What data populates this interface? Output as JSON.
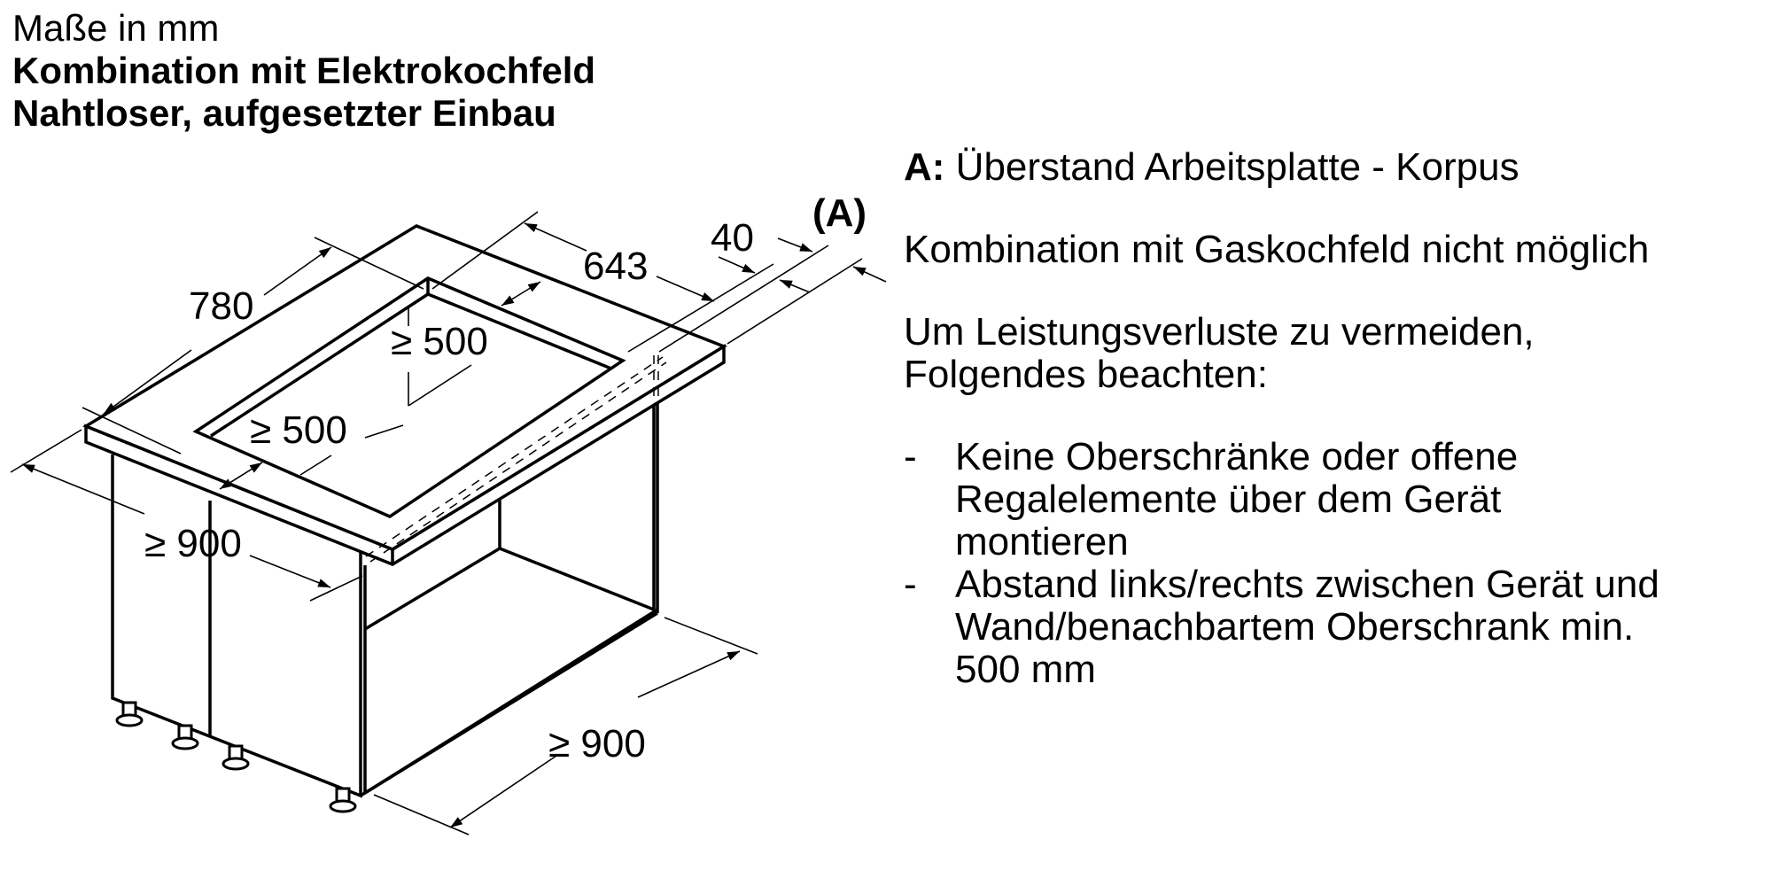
{
  "header": {
    "units": "Maße in mm",
    "title": "Kombination mit Elektrokochfeld",
    "subtitle": "Nahtloser, aufgesetzter Einbau"
  },
  "drawing": {
    "dim_width": "780",
    "dim_depth_cutout_line": "643",
    "dim_thickness": "40",
    "label_overhang": "(A)",
    "dim_cutout_depth": "≥ 500",
    "dim_cutout_width": "≥ 500",
    "dim_cabinet_width": "≥ 900",
    "dim_cabinet_height": "≥ 900"
  },
  "notes": {
    "legend_key": "A:",
    "legend_text": "Überstand Arbeitsplatte - Korpus",
    "gas_note": "Kombination mit Gaskochfeld nicht möglich",
    "intro_line1": "Um Leistungsverluste zu vermeiden,",
    "intro_line2": "Folgendes beachten:",
    "bullet_marker": "-",
    "bullets": [
      {
        "lines": [
          "Keine Oberschränke oder offene",
          "Regalelemente über dem Gerät",
          "montieren"
        ]
      },
      {
        "lines": [
          "Abstand links/rechts zwischen Gerät und",
          "Wand/benachbartem Oberschrank min.",
          "500 mm"
        ]
      }
    ]
  },
  "colors": {
    "ink": "#000000",
    "background": "#ffffff"
  }
}
